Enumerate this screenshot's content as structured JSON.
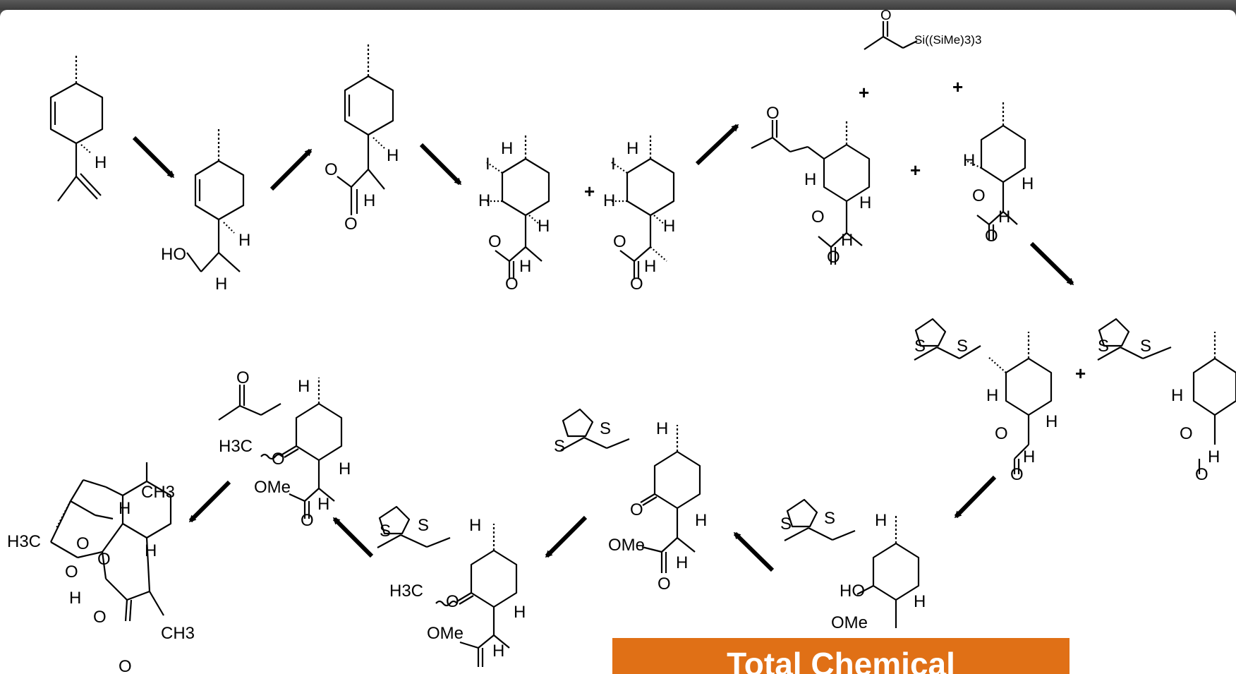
{
  "banner": {
    "title": "Total Chemical"
  },
  "labels": {
    "H": "H",
    "O": "O",
    "S": "S",
    "I": "I",
    "HO": "HO",
    "OMe": "OMe",
    "H3C": "H3C",
    "CH3": "CH3",
    "plus": "+",
    "reagent": "Si((SiMe)3)3"
  },
  "colors": {
    "banner": "#e07016",
    "frame": "#4a4a4a",
    "ink": "#000000"
  },
  "icons": [
    "reaction-arrow-icon",
    "molecule-structure-icon"
  ]
}
